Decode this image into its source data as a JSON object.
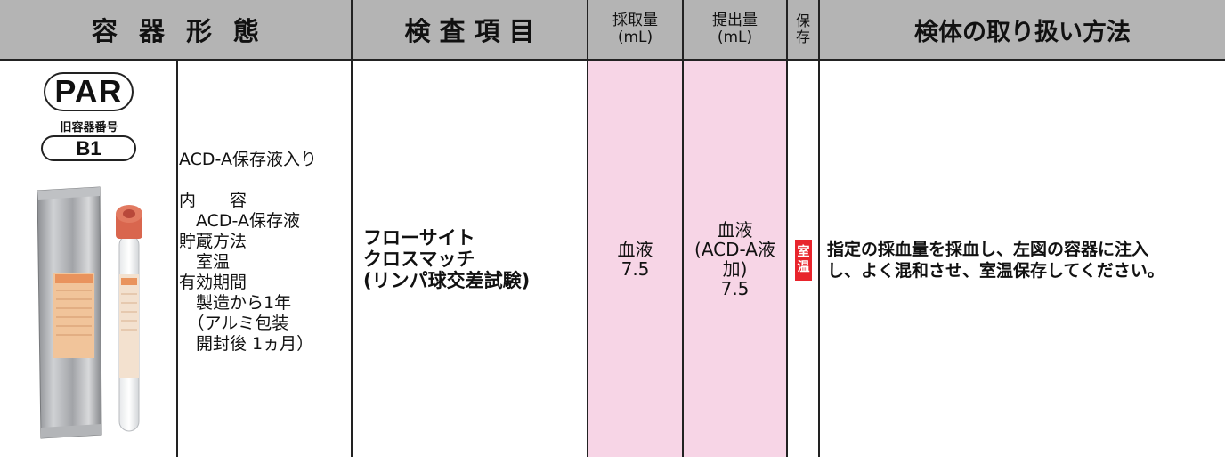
{
  "header": {
    "container_form": "容器形態",
    "exam_item": "検査項目",
    "collect_amount": [
      "採取量",
      "(mL)"
    ],
    "submit_amount": [
      "提出量",
      "(mL)"
    ],
    "storage": [
      "保",
      "存"
    ],
    "handling": "検体の取り扱い方法"
  },
  "container": {
    "code": "PAR",
    "old_code_label": "旧容器番号",
    "old_code": "B1",
    "image_icon": "blood-tube-with-foil-pack-icon",
    "description_lines": [
      "ACD-A保存液入り",
      "",
      "内　　容",
      "　ACD-A保存液",
      "貯蔵方法",
      "　室温",
      "有効期間",
      "　製造から1年",
      "　（アルミ包装",
      "　開封後 1ヵ月）"
    ]
  },
  "exam": {
    "lines": [
      "フローサイト",
      "クロスマッチ",
      "(リンパ球交差試験)"
    ]
  },
  "collect": {
    "lines": [
      "血液",
      "7.5"
    ]
  },
  "submit": {
    "lines": [
      "血液",
      "(ACD-A液加)",
      "7.5"
    ]
  },
  "storage_badge": [
    "室",
    "温"
  ],
  "handling_text": [
    "指定の採血量を採血し、左図の容器に注入",
    "し、よく混和させ、室温保存してください。"
  ],
  "colors": {
    "header_bg": "#b4b4b4",
    "pink": "#f7d5e6",
    "storage_red": "#e8242c"
  }
}
